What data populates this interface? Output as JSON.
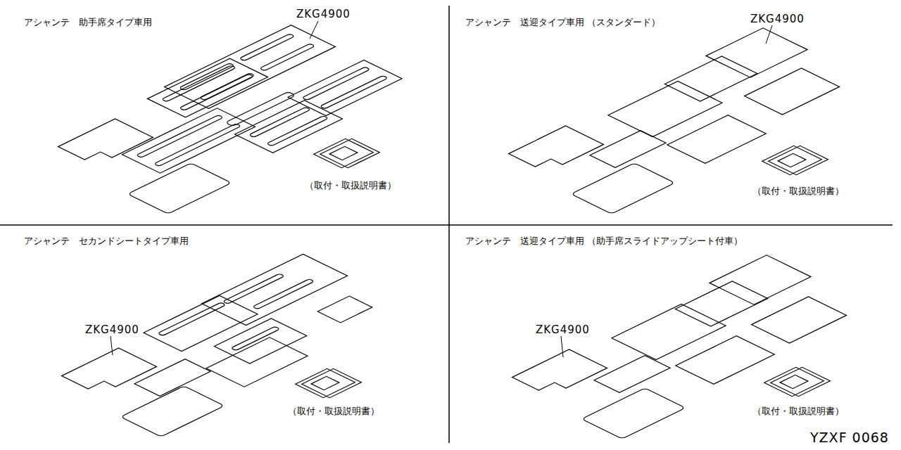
{
  "diagram": {
    "labels": [
      "アシャンテ　助手席タイプ車用",
      "ZKG4900",
      "（取付・取扱説明書）",
      "アシャンテ　送迎タイプ車用 （スタンダード）",
      "ZKG4900",
      "（取付・取扱説明書）",
      "アシャンテ　セカンドシートタイプ車用",
      "ZKG4900",
      "（取付・取扱説明書）",
      "アシャンテ　送迎タイプ車用 （助手席スライドアップシート付車）",
      "ZKG4900",
      "（取付・取扱説明書）",
      "YZXF 0068"
    ]
  }
}
